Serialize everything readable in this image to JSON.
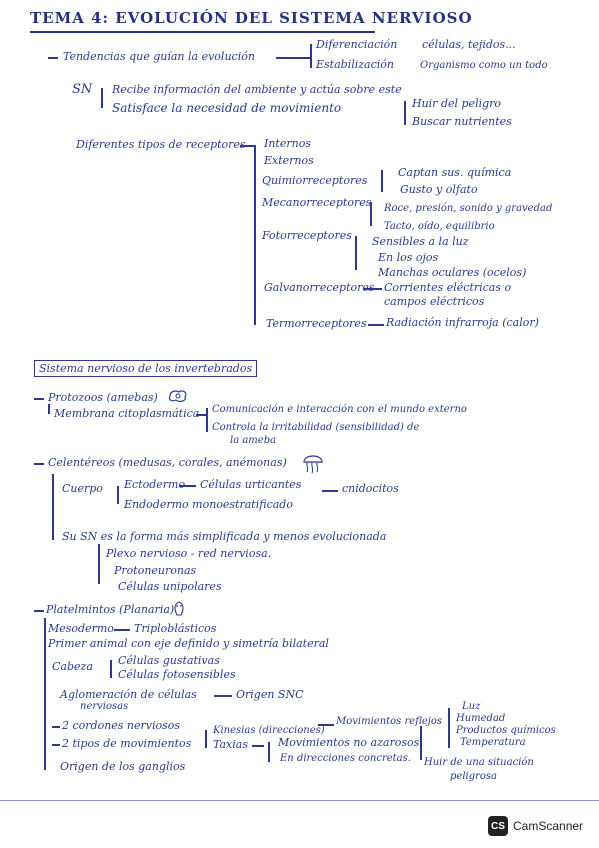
{
  "title": "TEMA 4: EVOLUCIÓN DEL SISTEMA NERVIOSO",
  "tendencias": {
    "label": "Tendencias que guían la evolución",
    "b1": "Diferenciación",
    "b1_leaf": "células, tejidos...",
    "b2": "Estabilización",
    "b2_leaf": "Organismo como un todo"
  },
  "sn": {
    "label": "SN",
    "l1": "Recibe información del ambiente y actúa sobre este",
    "l2": "Satisface la necesidad de movimiento",
    "m1": "Huir del peligro",
    "m2": "Buscar nutrientes"
  },
  "receptores": {
    "label": "Diferentes tipos de receptores",
    "internos": "Internos",
    "externos": "Externos",
    "quimio": "Quimiorreceptores",
    "quimio_1": "Captan sus. química",
    "quimio_2": "Gusto y olfato",
    "mecano": "Mecanorreceptores",
    "mecano_1": "Roce, presión, sonido y gravedad",
    "mecano_2": "Tacto, oído, equilibrio",
    "foto": "Fotorreceptores",
    "foto_1": "Sensibles a la luz",
    "foto_2": "En los ojos",
    "foto_3": "Manchas oculares (ocelos)",
    "galvano": "Galvanorreceptores",
    "galvano_1": "Corrientes eléctricas o",
    "galvano_2": "campos eléctricos",
    "termo": "Termorreceptores",
    "termo_1": "Radiación infrarroja (calor)"
  },
  "sistema_box": "Sistema nervioso de los invertebrados",
  "protozoos": {
    "label": "Protozoos (amebas)",
    "membrana": "Membrana citoplasmática",
    "m1": "Comunicación e interacción con el mundo externo",
    "m2": "Controla la irritabilidad (sensibilidad) de",
    "m3": "la ameba"
  },
  "celentereos": {
    "label": "Celentéreos (medusas, corales, anémonas)",
    "cuerpo": "Cuerpo",
    "ecto": "Ectodermo",
    "ecto_leaf": "Células urticantes",
    "cnido": "cnidocitos",
    "endo": "Endodermo monoestratificado",
    "sn": "Su SN es la forma más simplificada y menos evolucionada",
    "sn_1": "Plexo nervioso - red nerviosa.",
    "sn_2": "Protoneuronas",
    "sn_3": "Células unipolares"
  },
  "platelmintos": {
    "label": "Platelmintos (Planaria)",
    "meso": "Mesodermo",
    "meso_leaf": "Triploblásticos",
    "primer": "Primer animal con eje definido y simetría bilateral",
    "cabeza": "Cabeza",
    "cab_1": "Células gustativas",
    "cab_2": "Células fotosensibles",
    "aglo": "Aglomeración de células",
    "aglo_2": "nerviosas",
    "aglo_leaf": "Origen SNC",
    "cordones": "2 cordones nerviosos",
    "tipos": "2 tipos de movimientos",
    "kinesias": "Kinesias (direcciones)",
    "taxias": "Taxias",
    "reflejos": "Movimientos reflejos",
    "azar": "Movimientos no azarosos",
    "concretas": "En direcciones concretas.",
    "r1": "Luz",
    "r2": "Humedad",
    "r3": "Productos químicos",
    "r4": "Temperatura",
    "huir": "Huir de una situación",
    "huir_2": "peligrosa",
    "origen": "Origen de los ganglios"
  },
  "footer": {
    "logo": "CS",
    "app": "CamScanner"
  },
  "colors": {
    "ink": "#2b3a8f",
    "background": "#ffffff"
  }
}
